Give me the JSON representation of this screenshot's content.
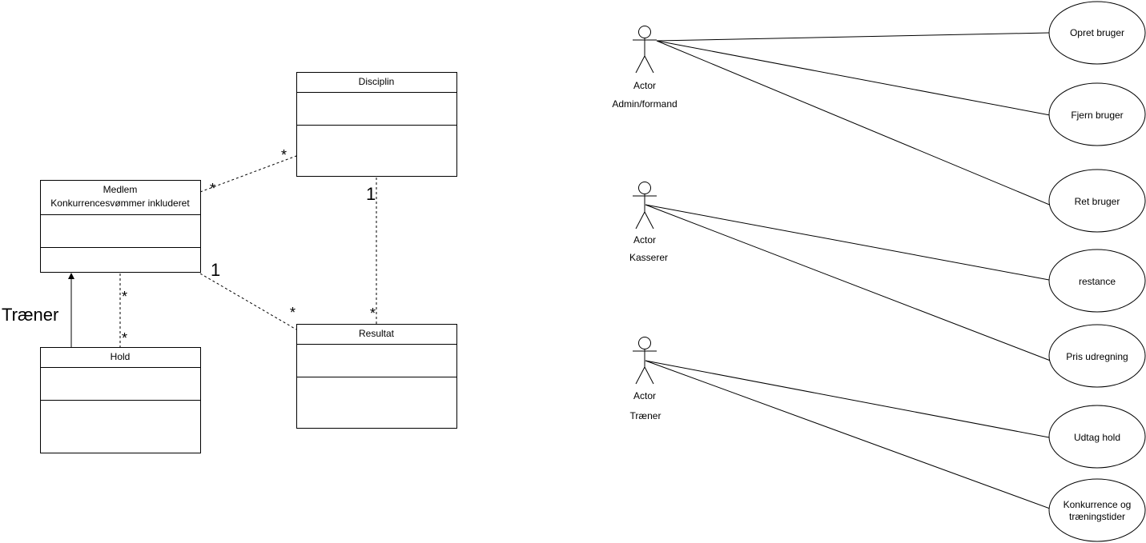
{
  "classes": {
    "disciplin": {
      "name": "Disciplin"
    },
    "medlem": {
      "name_line1": "Medlem",
      "name_line2": "Konkurrencesvømmer inkluderet"
    },
    "hold": {
      "name": "Hold"
    },
    "resultat": {
      "name": "Resultat"
    }
  },
  "associations": {
    "medlem_disciplin": {
      "medlem_end": "*",
      "disciplin_end": "*"
    },
    "disciplin_resultat": {
      "disciplin_end": "1",
      "resultat_end": "*"
    },
    "medlem_resultat": {
      "medlem_end": "1",
      "resultat_end": "*"
    },
    "medlem_hold": {
      "medlem_end": "*",
      "hold_end": "*"
    },
    "hold_medlem_arrow": {
      "label": "Træner"
    }
  },
  "actors": [
    {
      "label": "Actor",
      "role": "Admin/formand"
    },
    {
      "label": "Actor",
      "role": "Kasserer"
    },
    {
      "label": "Actor",
      "role": "Træner"
    }
  ],
  "use_cases": [
    {
      "label": "Opret bruger"
    },
    {
      "label": "Fjern bruger"
    },
    {
      "label": "Ret bruger"
    },
    {
      "label": "restance"
    },
    {
      "label": "Pris udregning"
    },
    {
      "label": "Udtag hold"
    },
    {
      "label": "Konkurrence og",
      "label2": "træningstider"
    }
  ]
}
